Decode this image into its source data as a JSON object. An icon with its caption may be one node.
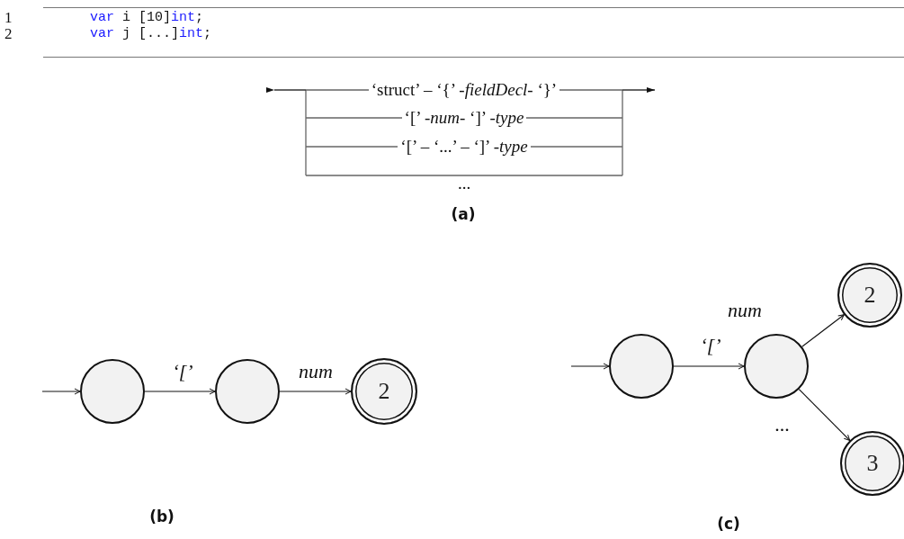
{
  "diagram": {
    "nodes": [
      {
        "text": [],
        "shape": "circle"
      },
      {
        "text": [],
        "shape": "circle"
      },
      {
        "text": [
          "2"
        ]
      },
      {
        "text": [],
        "shape": "circle"
      },
      {
        "text": [],
        "shape": "circle"
      },
      {
        "text": [
          "2"
        ]
      },
      {
        "text": [
          "3"
        ]
      }
    ],
    "edges": [
      {
        "from": null,
        "to": 0,
        "arrow": "to"
      },
      {
        "from": 0,
        "to": 1,
        "arrow": "to",
        "label": "‘[’"
      },
      {
        "from": 1,
        "to": 2,
        "arrow": "to",
        "label": "num"
      },
      {
        "from": null,
        "to": 3,
        "arrow": "to"
      },
      {
        "from": 3,
        "to": 4,
        "arrow": "to",
        "label": "‘[’"
      },
      {
        "from": 4,
        "to": 5,
        "arrow": "to",
        "label": "num"
      },
      {
        "from": 4,
        "to": 6,
        "arrow": "to",
        "label": "..."
      }
    ],
    "labels": [
      "1",
      "var i [10]int;",
      "2",
      "var j [...]int;",
      "‘struct’ – ‘{’ -*fieldDecl*- ‘}’",
      "‘[’ -*num*- ‘]’ -*type*",
      "‘[’ – ‘...’ – ‘]’ -*type*",
      "...",
      "(a)",
      "(b)",
      "(c)"
    ]
  }
}
